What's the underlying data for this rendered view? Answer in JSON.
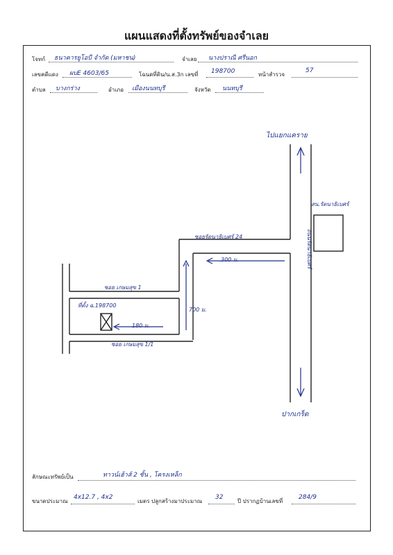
{
  "title": "แผนแสดงที่ตั้งทรัพย์ของจำเลย",
  "header": {
    "plaintiff_label": "โจทก์",
    "plaintiff_value": "ธนาคารยูโอบี จำกัด (มหาชน)",
    "defendant_label": "จำเลย",
    "defendant_value": "นางปราณี ศรีนอก",
    "case_label": "เลขคดีแดง",
    "case_value": "ผบE 4603/65",
    "deed_label": "โฉนดที่ดิน/น.ส.3ก เลขที่",
    "deed_value": "198700",
    "page_label": "หน้าสำรวจ",
    "page_value": "57",
    "subdistrict_label": "ตำบล",
    "subdistrict_value": "บางกร่าง",
    "district_label": "อำเภอ",
    "district_value": "เมืองนนทบุรี",
    "province_label": "จังหวัด",
    "province_value": "นนทบุรี"
  },
  "map": {
    "road_north_label": "ไปแยกแคราย",
    "road_south_label": "ปากเกร็ด",
    "main_road_label": "ถนนรัตนาธิเบศร์",
    "market_label": "สน.รัตนาธิเบศร์",
    "soi_main_label": "ซอยรัตนาธิเบศร์ 24",
    "soi_a_label": "ซอย เกษมสุข 1",
    "soi_b_label": "ซอย เกษมสุข 1/1",
    "deed_marker_label": "ที่ตั้ง ฉ.198700",
    "dist_300": "300 ม.",
    "dist_700": "700 ม.",
    "dist_180": "180 ม."
  },
  "footer": {
    "property_label": "ลักษณะทรัพย์เป็น",
    "property_value": "ทาวน์เฮ้าส์ 2 ชั้น , โครงเหล็ก",
    "size_label": "ขนาดประมาณ",
    "size_value": "4x12.7 , 4x2",
    "size_unit_label": "เมตร ปลูกสร้างมาประมาณ",
    "years_value": "32",
    "house_no_label": "ปี ปรากฏบ้านเลขที่",
    "house_no_value": "284/9"
  }
}
